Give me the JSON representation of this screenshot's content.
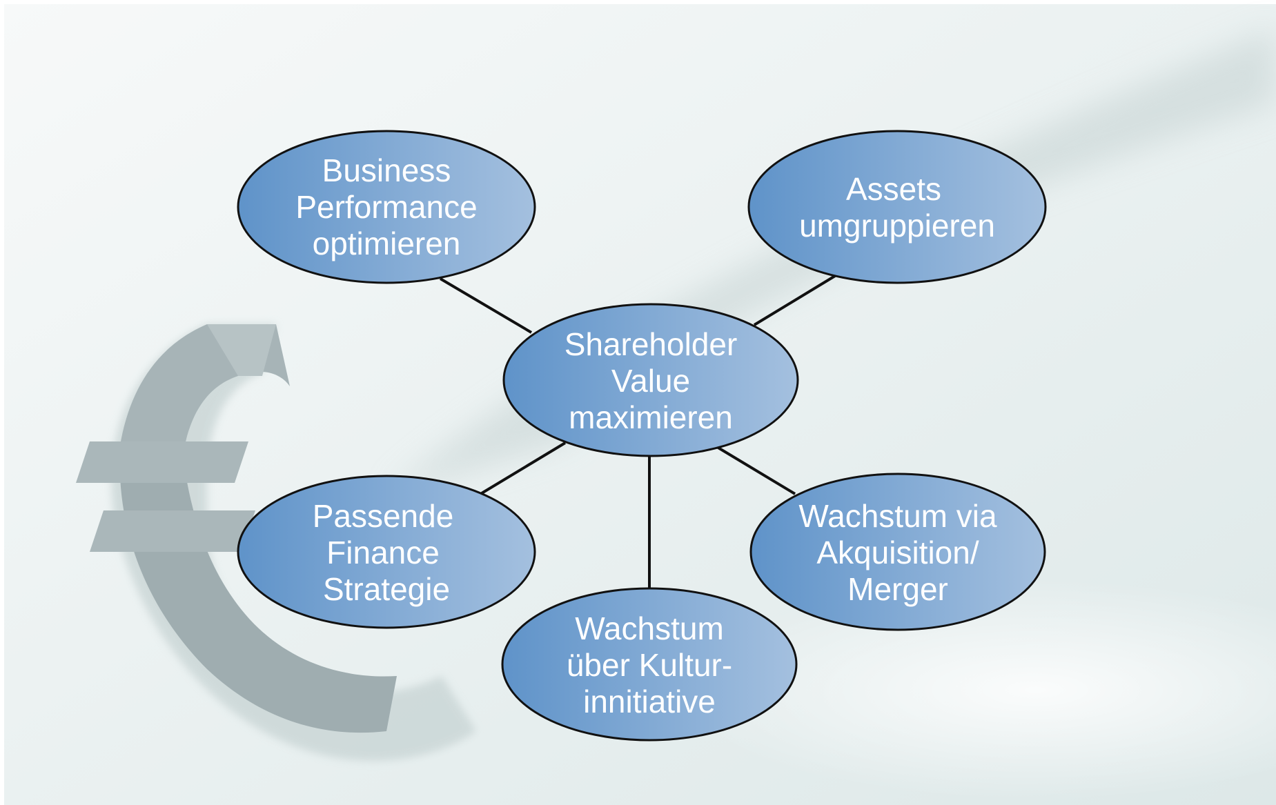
{
  "diagram": {
    "center": {
      "lines": [
        "Shareholder",
        "Value",
        "maximieren"
      ]
    },
    "nodes": [
      {
        "id": "business-performance",
        "lines": [
          "Business",
          "Performance",
          "optimieren"
        ]
      },
      {
        "id": "assets",
        "lines": [
          "Assets",
          "umgruppieren"
        ]
      },
      {
        "id": "finance-strategie",
        "lines": [
          "Passende",
          "Finance",
          "Strategie"
        ]
      },
      {
        "id": "kultur",
        "lines": [
          "Wachstum",
          "über Kultur-",
          "innitiative"
        ]
      },
      {
        "id": "akquisition",
        "lines": [
          "Wachstum via",
          "Akquisition/",
          "Merger"
        ]
      }
    ]
  },
  "background": {
    "symbol": "euro-sign",
    "colors": {
      "gradient_start": "#f2f6f6",
      "gradient_end": "#d7e4e4",
      "symbol": "#a9b7ba",
      "symbol_shadow": "#c7d3d3"
    }
  },
  "style": {
    "node_fill_start": "#5f93c9",
    "node_fill_end": "#a4c0df",
    "node_stroke": "#111111",
    "connector": "#111111",
    "text": "#ffffff"
  }
}
